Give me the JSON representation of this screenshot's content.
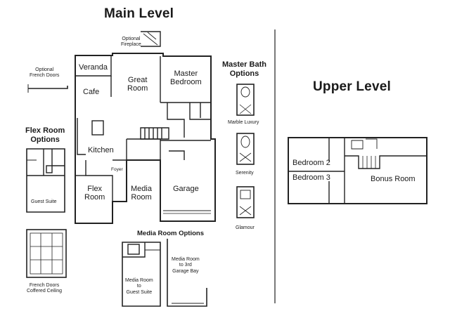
{
  "main_level": {
    "title": "Main Level",
    "rooms": {
      "veranda": "Veranda",
      "great_room": "Great\nRoom",
      "master_bedroom": "Master\nBedroom",
      "cafe": "Cafe",
      "kitchen": "Kitchen",
      "foyer": "Foyer",
      "flex_room": "Flex\nRoom",
      "media_room": "Media\nRoom",
      "garage": "Garage"
    },
    "optional_fireplace": "Optional\nFireplace",
    "optional_french_doors": "Optional\nFrench Doors"
  },
  "flex_room_options": {
    "title": "Flex Room\nOptions",
    "guest_suite": "Guest Suite",
    "french_doors_caption": "French Doors\nCoffered Ceiling"
  },
  "master_bath_options": {
    "title": "Master Bath\nOptions",
    "items": [
      "Marble Luxury",
      "Serenity",
      "Glamour"
    ]
  },
  "media_room_options": {
    "title": "Media Room Options",
    "to_guest_suite": "Media Room\nto\nGuest Suite",
    "to_garage_bay": "Media Room\nto 3rd\nGarage Bay"
  },
  "upper_level": {
    "title": "Upper Level",
    "rooms": {
      "bedroom_2": "Bedroom 2",
      "bedroom_3": "Bedroom 3",
      "bonus_room": "Bonus Room"
    }
  }
}
